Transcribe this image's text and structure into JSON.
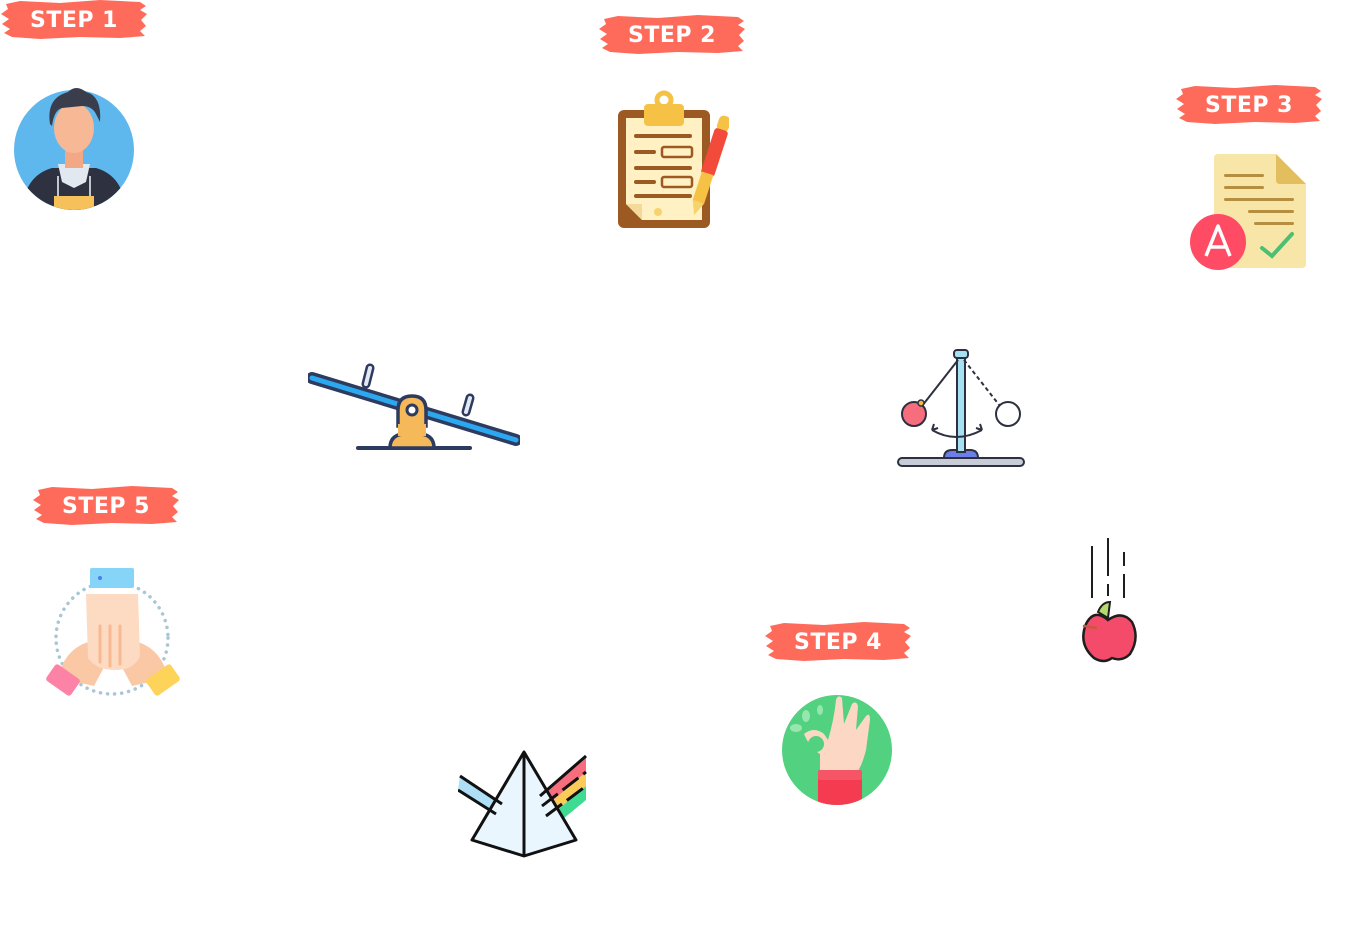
{
  "colors": {
    "badge": "#FF6B5B",
    "badge_text": "#FFFFFF",
    "background": "#FFFFFF"
  },
  "steps": [
    {
      "label": "STEP 1",
      "icon": "person-avatar-icon"
    },
    {
      "label": "STEP 2",
      "icon": "clipboard-form-icon"
    },
    {
      "label": "STEP 3",
      "icon": "graded-document-icon"
    },
    {
      "label": "STEP 4",
      "icon": "ok-hand-gesture-icon"
    },
    {
      "label": "STEP 5",
      "icon": "teamwork-hands-icon"
    }
  ],
  "decorations": [
    {
      "icon": "seesaw-icon"
    },
    {
      "icon": "pendulum-icon"
    },
    {
      "icon": "falling-apple-icon"
    },
    {
      "icon": "prism-icon"
    }
  ]
}
